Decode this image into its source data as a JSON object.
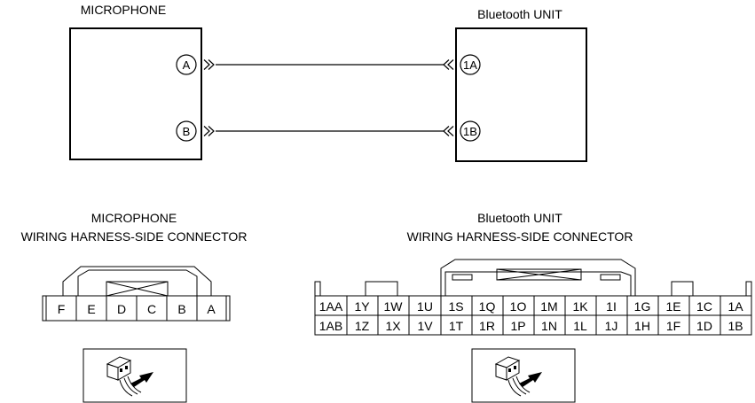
{
  "top": {
    "microphone_title": "MICROPHONE",
    "bt_title": "Bluetooth UNIT",
    "mic_pins": [
      "A",
      "B"
    ],
    "bt_pins": [
      "1A",
      "1B"
    ]
  },
  "mic_connector": {
    "title_line1": "MICROPHONE",
    "title_line2": "WIRING HARNESS-SIDE CONNECTOR",
    "pins": [
      "F",
      "E",
      "D",
      "C",
      "B",
      "A"
    ]
  },
  "bt_connector": {
    "title_line1": "Bluetooth UNIT",
    "title_line2": "WIRING HARNESS-SIDE CONNECTOR",
    "row1": [
      "1AA",
      "1Y",
      "1W",
      "1U",
      "1S",
      "1Q",
      "1O",
      "1M",
      "1K",
      "1I",
      "1G",
      "1E",
      "1C",
      "1A"
    ],
    "row2": [
      "1AB",
      "1Z",
      "1X",
      "1V",
      "1T",
      "1R",
      "1P",
      "1N",
      "1L",
      "1J",
      "1H",
      "1F",
      "1D",
      "1B"
    ]
  }
}
